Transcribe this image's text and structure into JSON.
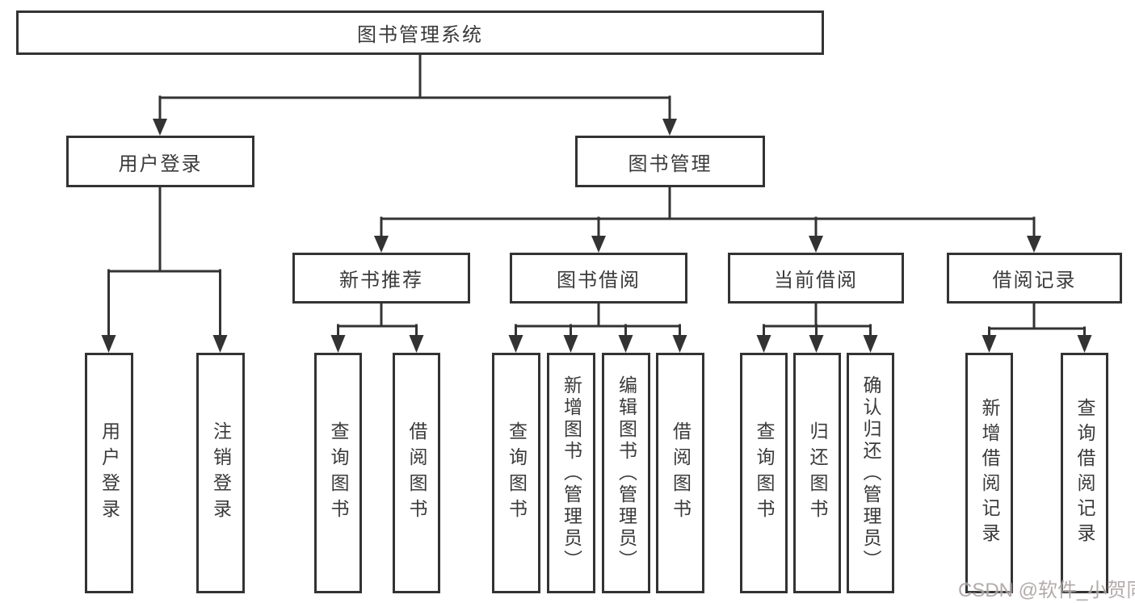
{
  "diagram": {
    "root": {
      "label": "图书管理系统"
    },
    "branches": [
      {
        "label": "用户登录",
        "children": [
          {
            "label": "用户登录"
          },
          {
            "label": "注销登录"
          }
        ]
      },
      {
        "label": "图书管理",
        "children": [
          {
            "label": "新书推荐",
            "children": [
              {
                "label": "查询图书"
              },
              {
                "label": "借阅图书"
              }
            ]
          },
          {
            "label": "图书借阅",
            "children": [
              {
                "label": "查询图书"
              },
              {
                "label": "新增图书（管理员）"
              },
              {
                "label": "编辑图书（管理员）"
              },
              {
                "label": "借阅图书"
              }
            ]
          },
          {
            "label": "当前借阅",
            "children": [
              {
                "label": "查询图书"
              },
              {
                "label": "归还图书"
              },
              {
                "label": "确认归还（管理员）"
              }
            ]
          },
          {
            "label": "借阅记录",
            "children": [
              {
                "label": "新增借阅记录"
              },
              {
                "label": "查询借阅记录"
              }
            ]
          }
        ]
      }
    ],
    "colors": {
      "line": "#333333",
      "box_border": "#333333",
      "text": "#3a3a3a",
      "background": "#ffffff",
      "watermark": "#9e9494"
    }
  },
  "watermark": {
    "text": "CSDN @软件_小贺同学"
  }
}
